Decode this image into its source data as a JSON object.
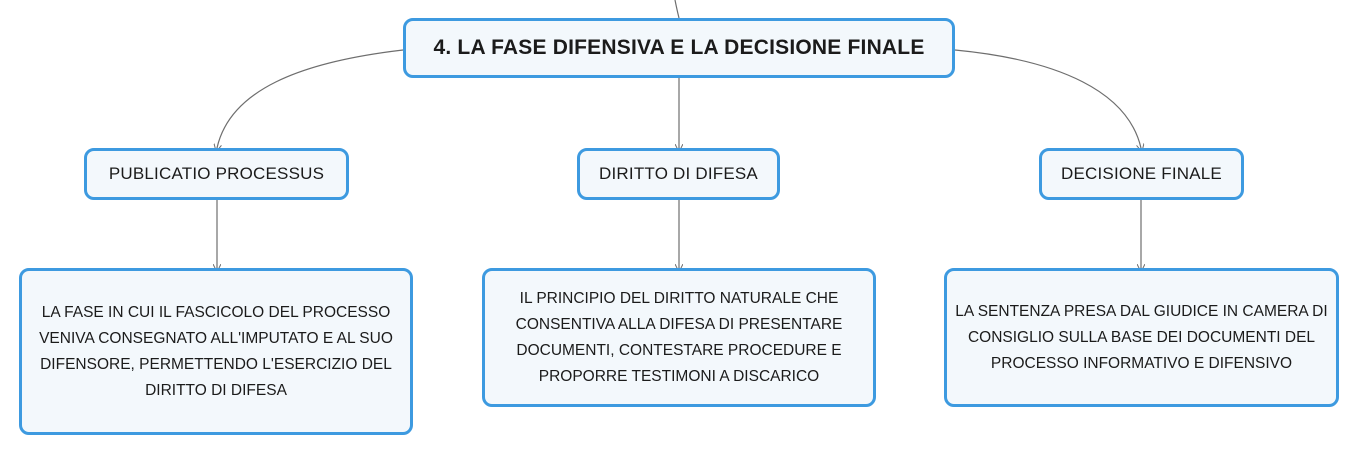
{
  "diagram": {
    "root": {
      "label": "4. LA FASE DIFENSIVA E LA DECISIONE FINALE"
    },
    "branches": [
      {
        "topic": "PUBLICATIO PROCESSUS",
        "detail": "LA FASE IN CUI IL FASCICOLO DEL PROCESSO VENIVA CONSEGNATO ALL'IMPUTATO E AL SUO DIFENSORE, PERMETTENDO L'ESERCIZIO DEL DIRITTO DI DIFESA"
      },
      {
        "topic": "DIRITTO DI DIFESA",
        "detail": "IL PRINCIPIO DEL DIRITTO NATURALE CHE CONSENTIVA ALLA DIFESA DI PRESENTARE DOCUMENTI, CONTESTARE PROCEDURE E PROPORRE TESTIMONI A DISCARICO"
      },
      {
        "topic": "DECISIONE FINALE",
        "detail": "LA SENTENZA PRESA DAL GIUDICE IN CAMERA DI CONSIGLIO SULLA BASE DEI DOCUMENTI DEL PROCESSO INFORMATIVO E DIFENSIVO"
      }
    ]
  },
  "colors": {
    "node_border": "#3d9ae0",
    "node_fill": "#f3f8fc",
    "connector": "#6e6e6e",
    "text": "#1b1b1b"
  }
}
